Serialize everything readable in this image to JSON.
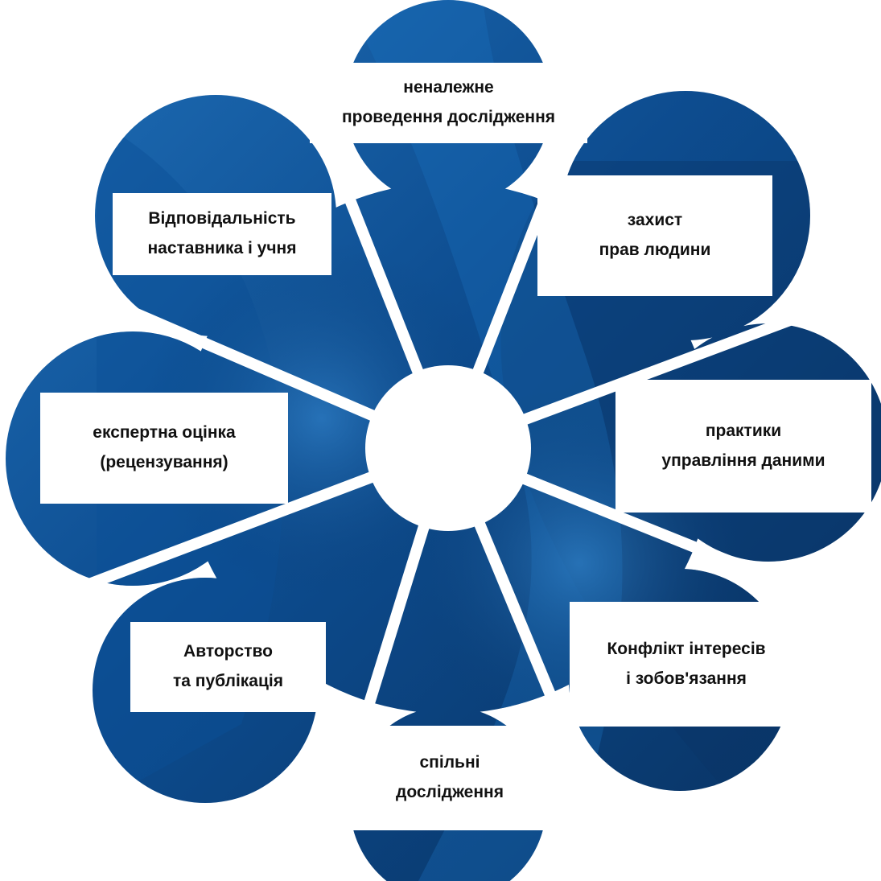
{
  "diagram": {
    "colors": {
      "petal_dark": "#0a3a6e",
      "petal_mid": "#1462a8",
      "petal_light": "#2a82c8",
      "spokes": "#ffffff",
      "center": "#ffffff"
    },
    "petals": [
      {
        "id": "top",
        "lines": [
          "неналежне",
          "проведення дослідження"
        ]
      },
      {
        "id": "top-right",
        "lines": [
          "захист",
          "прав людини"
        ]
      },
      {
        "id": "right",
        "lines": [
          "практики",
          "управління даними"
        ]
      },
      {
        "id": "bottom-right",
        "lines": [
          "Конфлікт інтересів",
          "і зобов'язання"
        ]
      },
      {
        "id": "bottom",
        "lines": [
          "спільні",
          "дослідження"
        ]
      },
      {
        "id": "bottom-left",
        "lines": [
          "Авторство",
          "та публікація"
        ]
      },
      {
        "id": "left",
        "lines": [
          "експертна оцінка",
          "(рецензування)"
        ]
      },
      {
        "id": "top-left",
        "lines": [
          "Відповідальність",
          "наставника і учня"
        ]
      }
    ]
  }
}
